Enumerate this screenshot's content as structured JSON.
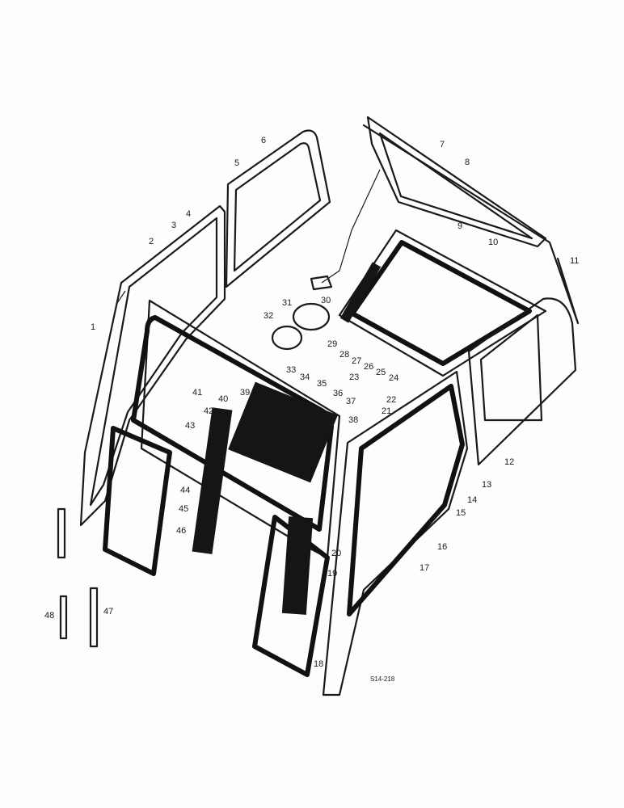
{
  "diagram": {
    "drawing_code": "S14-218",
    "callouts": [
      "1",
      "2",
      "3",
      "4",
      "5",
      "6",
      "7",
      "8",
      "9",
      "10",
      "11",
      "12",
      "13",
      "14",
      "15",
      "16",
      "17",
      "18",
      "19",
      "20",
      "21",
      "22",
      "23",
      "24",
      "25",
      "26",
      "27",
      "28",
      "29",
      "30",
      "31",
      "32",
      "33",
      "34",
      "35",
      "36",
      "37",
      "38",
      "39",
      "40",
      "41",
      "42",
      "43",
      "44",
      "45",
      "46",
      "47",
      "48"
    ]
  }
}
